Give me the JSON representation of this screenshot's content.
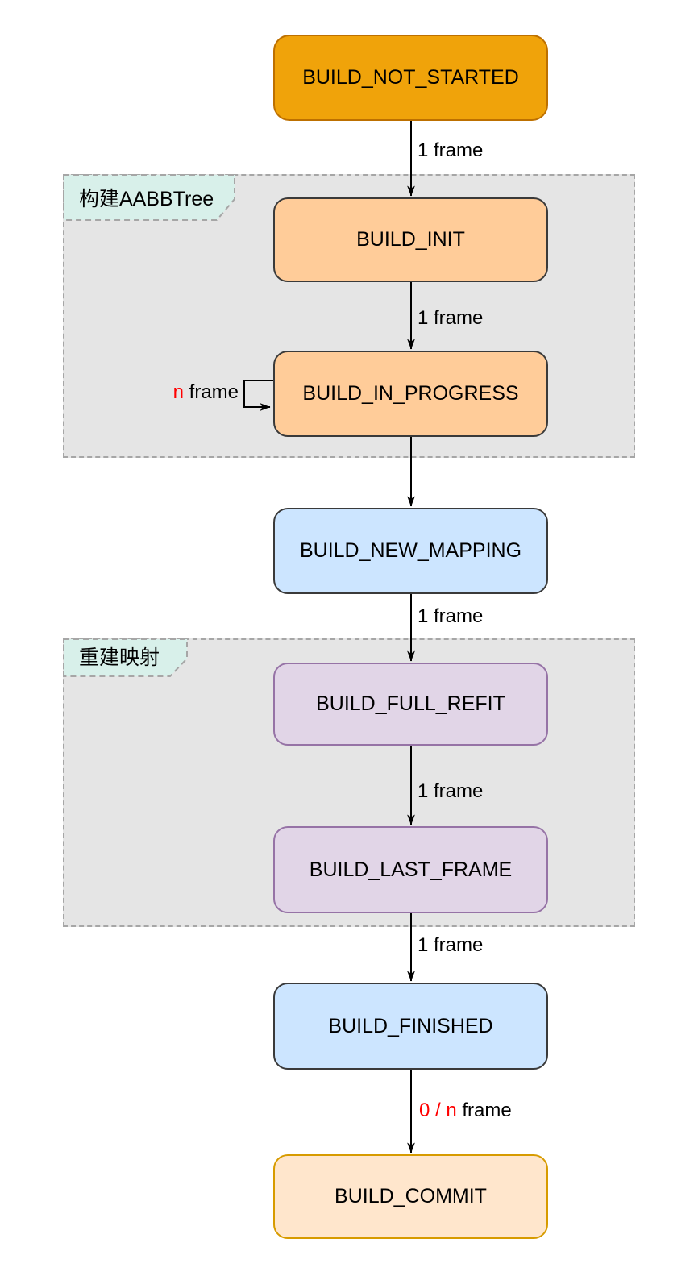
{
  "diagram": {
    "type": "flowchart",
    "background": "#FFFFFF",
    "groups": [
      {
        "id": "build-aabbtree",
        "label": "构建AABBTree",
        "fill": "#E5E5E5",
        "border": "#A6A6A6",
        "badge_fill": "#D8F0EA"
      },
      {
        "id": "rebuild-mapping",
        "label": "重建映射",
        "fill": "#E5E5E5",
        "border": "#A6A6A6",
        "badge_fill": "#D8F0EA"
      }
    ],
    "nodes": [
      {
        "id": "build-not-started",
        "label": "BUILD_NOT_STARTED",
        "fill": "#F0A30A",
        "stroke": "#BD7000"
      },
      {
        "id": "build-init",
        "label": "BUILD_INIT",
        "fill": "#FFCC99",
        "stroke": "#3A3A3A",
        "group": "build-aabbtree"
      },
      {
        "id": "build-in-progress",
        "label": "BUILD_IN_PROGRESS",
        "fill": "#FFCC99",
        "stroke": "#3A3A3A",
        "group": "build-aabbtree"
      },
      {
        "id": "build-new-mapping",
        "label": "BUILD_NEW_MAPPING",
        "fill": "#CCE5FF",
        "stroke": "#3A3A3A"
      },
      {
        "id": "build-full-refit",
        "label": "BUILD_FULL_REFIT",
        "fill": "#E1D5E7",
        "stroke": "#9673A6",
        "group": "rebuild-mapping"
      },
      {
        "id": "build-last-frame",
        "label": "BUILD_LAST_FRAME",
        "fill": "#E1D5E7",
        "stroke": "#9673A6",
        "group": "rebuild-mapping"
      },
      {
        "id": "build-finished",
        "label": "BUILD_FINISHED",
        "fill": "#CCE5FF",
        "stroke": "#3A3A3A"
      },
      {
        "id": "build-commit",
        "label": "BUILD_COMMIT",
        "fill": "#FFE6CC",
        "stroke": "#D79B00"
      }
    ],
    "edges": [
      {
        "from": "build-not-started",
        "to": "build-init",
        "label": "1 frame"
      },
      {
        "from": "build-init",
        "to": "build-in-progress",
        "label": "1 frame"
      },
      {
        "from": "build-in-progress",
        "to": "build-in-progress",
        "type": "self-loop",
        "label_red": "n",
        "label_rest": " frame"
      },
      {
        "from": "build-in-progress",
        "to": "build-new-mapping",
        "label": ""
      },
      {
        "from": "build-new-mapping",
        "to": "build-full-refit",
        "label": "1 frame"
      },
      {
        "from": "build-full-refit",
        "to": "build-last-frame",
        "label": "1 frame"
      },
      {
        "from": "build-last-frame",
        "to": "build-finished",
        "label": "1 frame"
      },
      {
        "from": "build-finished",
        "to": "build-commit",
        "label_red": "0 / n",
        "label_rest": " frame"
      }
    ],
    "colors": {
      "edge_line": "#000000",
      "label_text": "#000000",
      "highlight_red": "#FF0000"
    }
  }
}
